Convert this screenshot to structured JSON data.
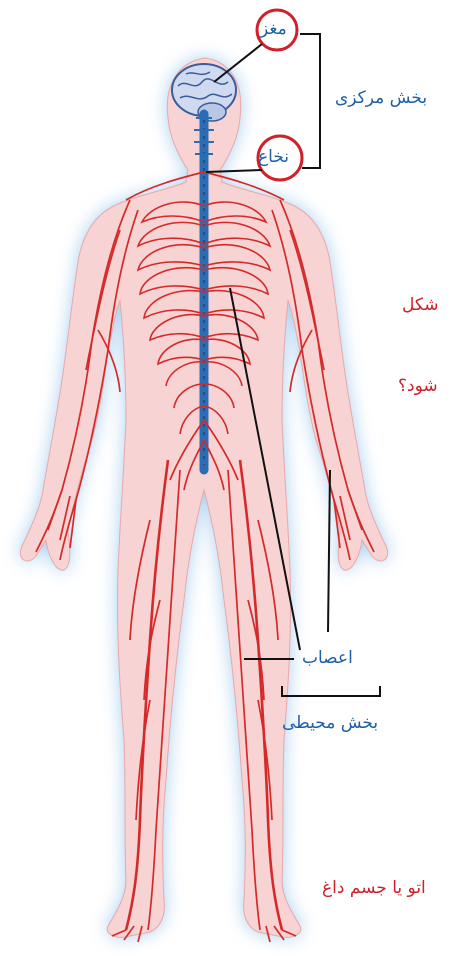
{
  "labels": {
    "brain": "مغز",
    "spinal_cord": "نخاع",
    "central_part": "بخش مرکزی",
    "nerves": "اعصاب",
    "peripheral_part": "بخش محیطی"
  },
  "side_text": {
    "line1": "شکل",
    "line2": "شود؟",
    "line3": "اتو یا جسم داغ"
  },
  "colors": {
    "label_blue": "#1f5fa8",
    "side_text_red": "#d0202a",
    "nerve_red": "#d42a2a",
    "spine_blue": "#2a6db5",
    "body_fill": "#f7d3d3",
    "glow_blue": "#9cc8ee"
  }
}
